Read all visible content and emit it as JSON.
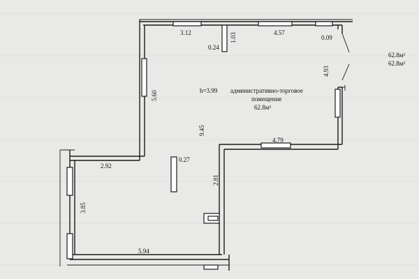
{
  "room": {
    "height": "h=3.99",
    "name_line1": "административно-торговое",
    "name_line2": "помещение",
    "area": "62.8м²"
  },
  "legend": {
    "area_1": "62.8м²",
    "area_2": "62.8м²"
  },
  "dims": {
    "top_left": "3.12",
    "top_small_v": "1.03",
    "top_small_h": "0.24",
    "top_right": "4.57",
    "top_far_right": "0.09",
    "right_upper": "4.93",
    "left_upper": "5.60",
    "center_height": "9.45",
    "mid_right": "4.79",
    "left_step": "2.92",
    "column": "0.27",
    "mid_lower": "2.81",
    "left_lower": "3.85",
    "bottom": "5.94"
  }
}
